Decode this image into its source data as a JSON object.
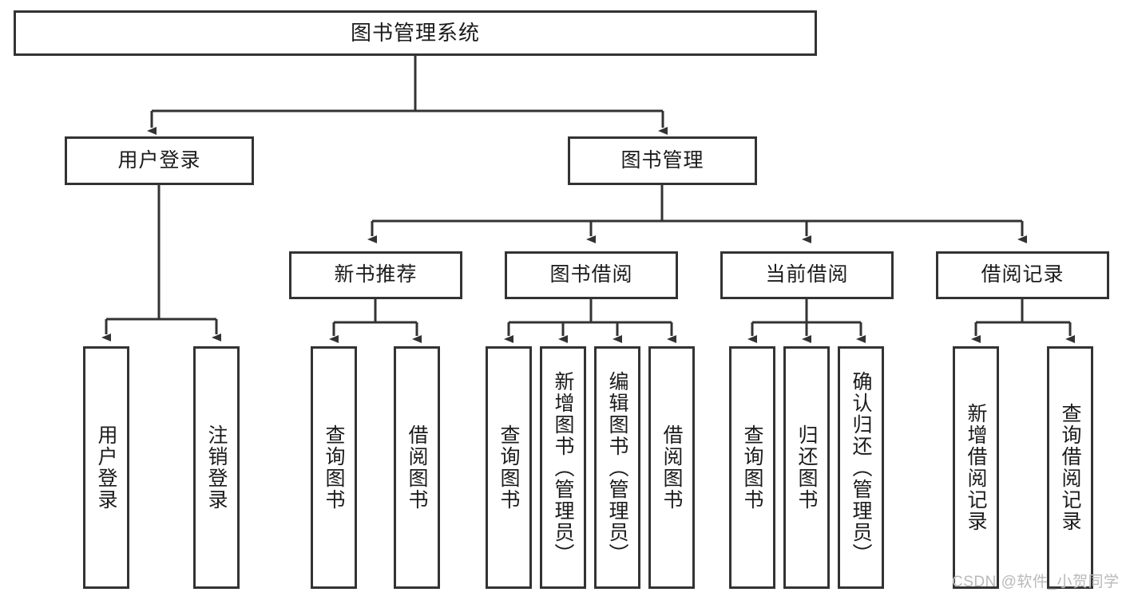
{
  "diagram": {
    "title": "图书管理系统",
    "type": "tree-hierarchy",
    "orientation": "top-down",
    "colors": {
      "box_border": "#333333",
      "box_fill": "#ffffff",
      "edge": "#333333",
      "text": "#1b1b1b",
      "watermark": "#b9b9b9",
      "background": "#ffffff"
    },
    "root": {
      "id": "root",
      "label": "图书管理系统"
    },
    "level2": [
      {
        "id": "user-login",
        "label": "用户登录"
      },
      {
        "id": "book-manage",
        "label": "图书管理"
      }
    ],
    "level3": [
      {
        "id": "new-book-recommend",
        "label": "新书推荐",
        "parent": "book-manage"
      },
      {
        "id": "book-borrow",
        "label": "图书借阅",
        "parent": "book-manage"
      },
      {
        "id": "current-borrow",
        "label": "当前借阅",
        "parent": "book-manage"
      },
      {
        "id": "borrow-record",
        "label": "借阅记录",
        "parent": "book-manage"
      }
    ],
    "leaves": [
      {
        "id": "leaf-user-login",
        "label": "用户登录",
        "parent": "user-login"
      },
      {
        "id": "leaf-user-logout",
        "label": "注销登录",
        "parent": "user-login"
      },
      {
        "id": "leaf-query-book-1",
        "label": "查询图书",
        "parent": "new-book-recommend"
      },
      {
        "id": "leaf-borrow-book-1",
        "label": "借阅图书",
        "parent": "new-book-recommend"
      },
      {
        "id": "leaf-query-book-2",
        "label": "查询图书",
        "parent": "book-borrow"
      },
      {
        "id": "leaf-add-book",
        "label": "新增图书（管理员）",
        "parent": "book-borrow"
      },
      {
        "id": "leaf-edit-book",
        "label": "编辑图书（管理员）",
        "parent": "book-borrow"
      },
      {
        "id": "leaf-borrow-book-2",
        "label": "借阅图书",
        "parent": "book-borrow"
      },
      {
        "id": "leaf-query-book-3",
        "label": "查询图书",
        "parent": "current-borrow"
      },
      {
        "id": "leaf-return-book",
        "label": "归还图书",
        "parent": "current-borrow"
      },
      {
        "id": "leaf-confirm-return",
        "label": "确认归还（管理员）",
        "parent": "current-borrow"
      },
      {
        "id": "leaf-add-record",
        "label": "新增借阅记录",
        "parent": "borrow-record"
      },
      {
        "id": "leaf-query-record",
        "label": "查询借阅记录",
        "parent": "borrow-record"
      }
    ],
    "watermark": "CSDN @软件_小贺同学"
  }
}
